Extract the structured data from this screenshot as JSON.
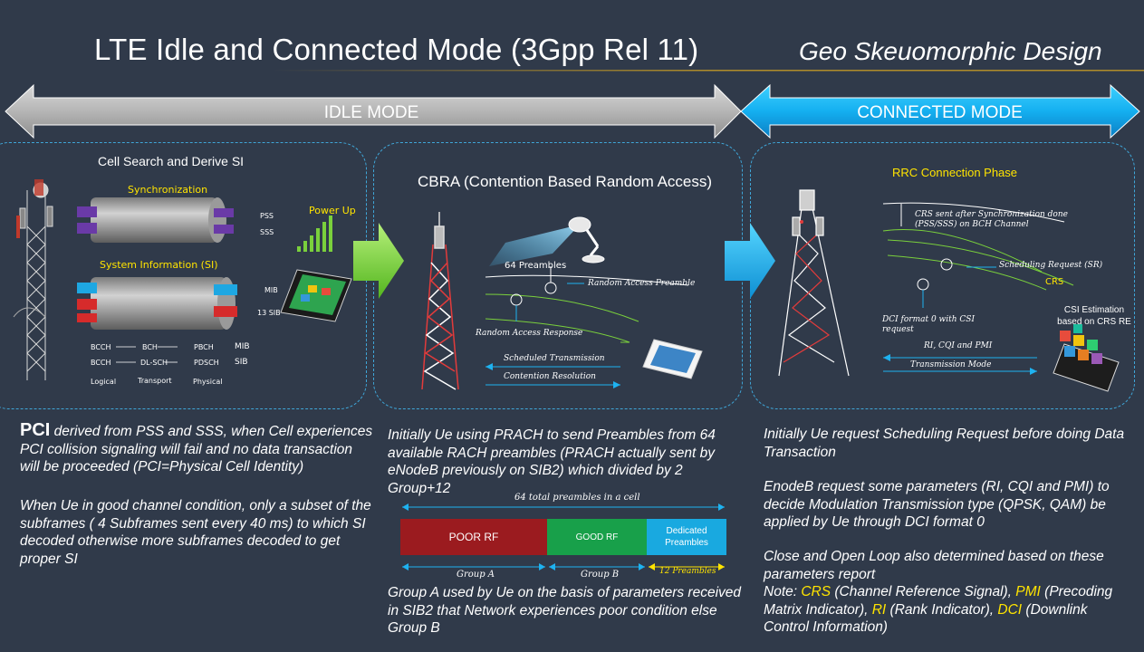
{
  "header": {
    "title": "LTE Idle and Connected Mode (3Gpp Rel 11)",
    "subtitle": "Geo Skeuomorphic Design"
  },
  "modes": {
    "idle": "IDLE MODE",
    "connected": "CONNECTED MODE"
  },
  "panel1": {
    "title": "Cell Search  and Derive SI",
    "sync_label": "Synchronization",
    "sync_outputs": [
      "PSS",
      "SSS"
    ],
    "si_label": "System Information (SI)",
    "si_outputs": [
      "MIB",
      "13 SIB"
    ],
    "channel_rows": [
      {
        "logical": "BCCH",
        "transport": "BCH",
        "physical": "PBCH",
        "info": "MIB"
      },
      {
        "logical": "BCCH",
        "transport": "DL-SCH",
        "physical": "PDSCH",
        "info": "SIB"
      }
    ],
    "channel_headers": [
      "Logical",
      "Transport",
      "Physical"
    ],
    "power_up": "Power Up"
  },
  "panel2": {
    "title": "CBRA (Contention Based Random Access)",
    "preambles": "64 Preambles",
    "random_access_preamble": "Random Access Preamble",
    "random_access_response": "Random Access Response",
    "scheduled_transmission": "Scheduled Transmission",
    "contention_resolution": "Contention Resolution"
  },
  "panel3": {
    "title": "RRC Connection Phase",
    "crs_note": "CRS sent after Synchronization done (PSS/SSS) on BCH Channel",
    "scheduling_request": "Scheduling Request (SR)",
    "crs": "CRS",
    "dci_note": "DCI format 0 with CSI request",
    "csi_estimation": "CSI Estimation based on CRS RE",
    "ri_cqi_pmi": "RI, CQI and PMI",
    "transmission_mode": "Transmission Mode"
  },
  "text_left": {
    "pci": "PCI",
    "para1_rest": " derived from PSS and SSS, when Cell experiences PCI collision signaling will fail and no data transaction will be proceeded (PCI=Physical Cell Identity)",
    "para2": "When Ue in good channel condition, only a subset of the subframes ( 4 Subframes sent every 40 ms) to which SI decoded otherwise more subframes decoded to get proper SI"
  },
  "text_middle": {
    "para1": "Initially Ue using PRACH to send Preambles from 64 available RACH preambles (PRACH actually sent by eNodeB previously on SIB2) which divided by 2 Group+12",
    "para2": "Group A used by Ue  on the basis of parameters received in SIB2 that Network experiences poor condition else Group B"
  },
  "preamble_bar": {
    "total_label": "64 total preambles in a cell",
    "segments": [
      {
        "label": "POOR RF",
        "color": "#9b1b1f"
      },
      {
        "label": "GOOD RF",
        "color": "#18a04a"
      },
      {
        "label": "Dedicated Preambles",
        "color": "#19a9e0"
      }
    ],
    "group_a": "Group A",
    "group_b": "Group B",
    "dedicated_count": "12 Preambles"
  },
  "text_right": {
    "para1": "Initially Ue request Scheduling Request before doing Data Transaction",
    "para2": "EnodeB request some parameters (RI, CQI and PMI) to decide Modulation Transmission type (QPSK, QAM) be applied by Ue through DCI format 0",
    "para3": "Close and Open Loop also determined based on these parameters report",
    "note_prefix": "Note: ",
    "crs_term": "CRS",
    "crs_def": " (Channel Reference Signal), ",
    "pmi_term": "PMI",
    "pmi_def": " (Precoding Matrix Indicator), ",
    "ri_term": "RI",
    "ri_def": " (Rank Indicator), ",
    "dci_term": "DCI",
    "dci_def": " (Downlink Control Information)"
  },
  "colors": {
    "background": "#303a4a",
    "idle_arrow": "#b9b9b9",
    "connected_arrow": "#19b4f0",
    "panel_border": "#3fa6d8",
    "accent_yellow": "#ffe400",
    "accent_green": "#7ad03c",
    "title_rule": "#b08d2a"
  }
}
